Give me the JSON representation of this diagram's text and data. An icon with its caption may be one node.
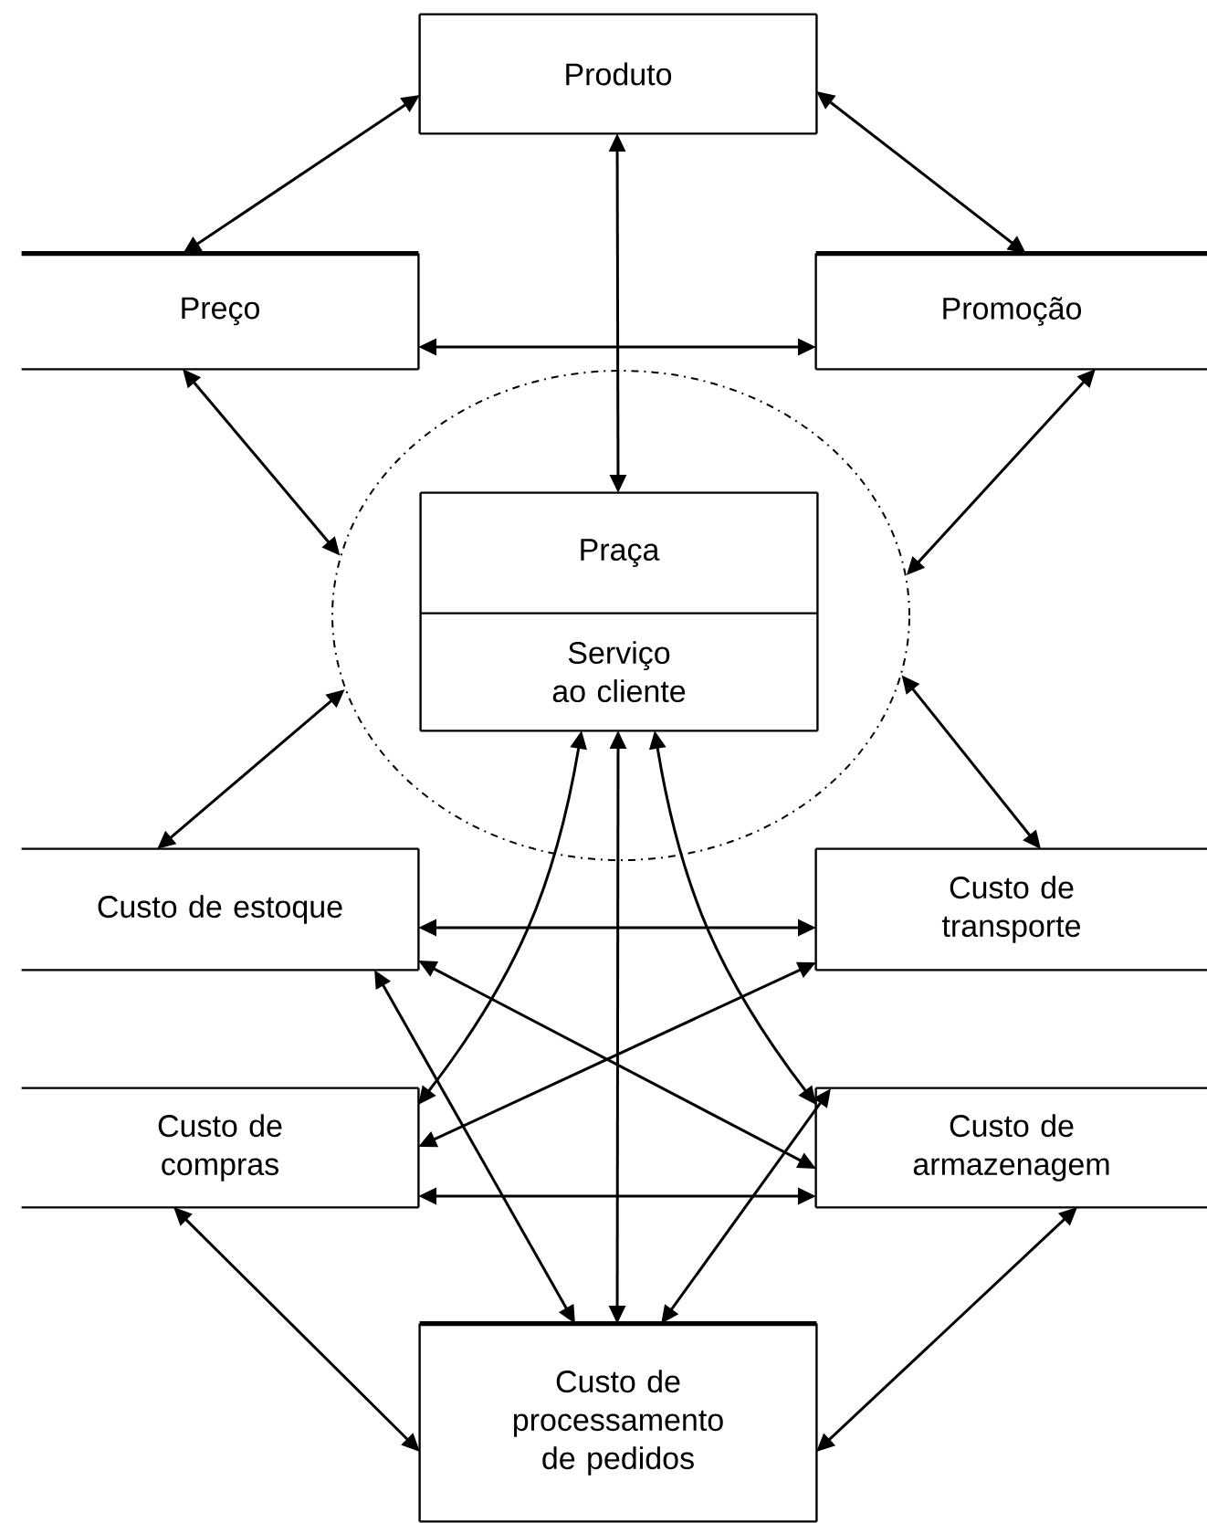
{
  "diagram": {
    "nodes": [
      {
        "text": [
          "Produto"
        ]
      },
      {
        "text": [
          "Preço"
        ]
      },
      {
        "text": [
          "Promoção"
        ]
      },
      {
        "text": [],
        "shape": "circle"
      },
      {
        "text": [
          "Praça",
          "Serviço ao cliente"
        ],
        "in": 3
      },
      {
        "text": [
          "Custo de estoque"
        ]
      },
      {
        "text": [
          "Custo de transporte"
        ]
      },
      {
        "text": [
          "Custo de compras"
        ]
      },
      {
        "text": [
          "Custo de armazenagem"
        ]
      },
      {
        "text": [
          "Custo de processamento de pedidos"
        ]
      }
    ],
    "edges": [
      {
        "from": 0,
        "to": 1,
        "arrow": "both"
      },
      {
        "from": 0,
        "to": 2,
        "arrow": "both"
      },
      {
        "from": 0,
        "to": 4,
        "arrow": "both"
      },
      {
        "from": 1,
        "to": 2,
        "arrow": "both"
      },
      {
        "from": 1,
        "to": 3,
        "arrow": "both"
      },
      {
        "from": 2,
        "to": 3,
        "arrow": "both"
      },
      {
        "from": 5,
        "to": 3,
        "arrow": "both"
      },
      {
        "from": 6,
        "to": 3,
        "arrow": "both"
      },
      {
        "from": 5,
        "to": 6,
        "arrow": "both"
      },
      {
        "from": 7,
        "to": 8,
        "arrow": "both"
      },
      {
        "from": 5,
        "to": 8,
        "arrow": "both"
      },
      {
        "from": 7,
        "to": 6,
        "arrow": "both"
      },
      {
        "from": 7,
        "to": 4,
        "arrow": "both"
      },
      {
        "from": 8,
        "to": 4,
        "arrow": "both"
      },
      {
        "from": 5,
        "to": 9,
        "arrow": "both"
      },
      {
        "from": 8,
        "to": 9,
        "arrow": "both"
      },
      {
        "from": 9,
        "to": 4,
        "arrow": "both"
      },
      {
        "from": 7,
        "to": 9,
        "arrow": "both"
      },
      {
        "from": 8,
        "to": 9,
        "arrow": "both"
      }
    ]
  }
}
